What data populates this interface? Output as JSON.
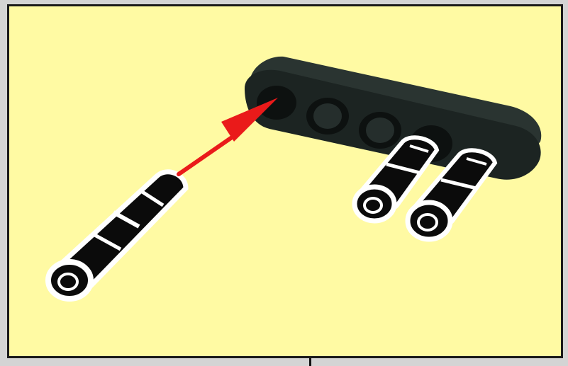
{
  "colors": {
    "panel_background": "#fffaa3",
    "frame_border": "#1a1a1a",
    "beam": "#1c2422",
    "pin": "#0b0b0b",
    "pin_outline": "#ffffff",
    "arrow": "#ea1a1a"
  },
  "illustration": {
    "beam": {
      "holes": 4,
      "pins_inserted": 2
    },
    "loose_pins": 1,
    "arrow_icon": "red-arrow-icon"
  }
}
